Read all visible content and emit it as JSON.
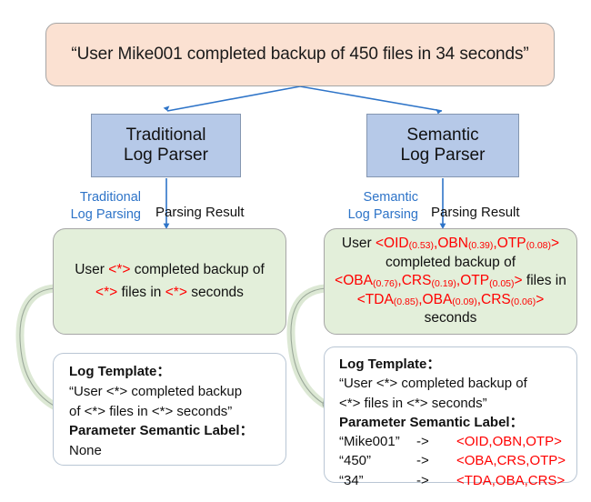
{
  "raw_log": {
    "text": "“User Mike001 completed backup of 450 files in 34 seconds”"
  },
  "parsers": {
    "traditional": {
      "line1": "Traditional",
      "line2": "Log Parser"
    },
    "semantic": {
      "line1": "Semantic",
      "line2": "Log Parser"
    }
  },
  "edge_labels": {
    "traditional_parsing_line1": "Traditional",
    "traditional_parsing_line2": "Log Parsing",
    "traditional_result": "Parsing Result",
    "semantic_parsing_line1": "Semantic",
    "semantic_parsing_line2": "Log Parsing",
    "semantic_result": "Parsing Result"
  },
  "traditional_result_box": {
    "line1_a": "User ",
    "line1_wild": "<*>",
    "line1_b": " completed backup of",
    "line2_wild1": "<*>",
    "line2_a": " files in ",
    "line2_wild2": "<*>",
    "line2_b": " seconds"
  },
  "semantic_result_box": {
    "line1_prefix": "User ",
    "line1_open": "<",
    "line1_t1": "OID",
    "line1_p1": "(0.53)",
    "line1_c1": ",",
    "line1_t2": "OBN",
    "line1_p2": "(0.39)",
    "line1_c2": ",",
    "line1_t3": "OTP",
    "line1_p3": "(0.08)",
    "line1_close": ">",
    "line2": "completed backup of",
    "line3_open": "<",
    "line3_t1": "OBA",
    "line3_p1": "(0.76)",
    "line3_c1": ",",
    "line3_t2": "CRS",
    "line3_p2": "(0.19)",
    "line3_c2": ",",
    "line3_t3": "OTP",
    "line3_p3": "(0.05)",
    "line3_close": ">",
    "line3_suffix": " files in",
    "line4_open": "<",
    "line4_t1": "TDA",
    "line4_p1": "(0.85)",
    "line4_c1": ",",
    "line4_t2": "OBA",
    "line4_p2": "(0.09)",
    "line4_c2": ",",
    "line4_t3": "CRS",
    "line4_p3": "(0.06)",
    "line4_close": ">",
    "line5": "seconds"
  },
  "traditional_template_box": {
    "heading_template": "Log Template：",
    "template_l1": "“User <*> completed backup",
    "template_l2": "of <*> files in <*> seconds”",
    "heading_label": "Parameter Semantic Label：",
    "label_value": "None"
  },
  "semantic_template_box": {
    "heading_template": "Log Template：",
    "template_l1": "“User <*> completed backup of",
    "template_l2": "<*> files in <*> seconds”",
    "heading_label": "Parameter Semantic Label：",
    "mappings": [
      {
        "key": "“Mike001”",
        "arrow": "->",
        "value": "<OID,OBN,OTP>"
      },
      {
        "key": "“450”",
        "arrow": "->",
        "value": "<OBA,CRS,OTP>"
      },
      {
        "key": "“34”",
        "arrow": "->",
        "value": "<TDA,OBA,CRS>"
      }
    ]
  },
  "colors": {
    "raw_log_fill": "#FBE1D2",
    "parser_fill": "#B6C9E8",
    "result_fill": "#E3EFDA",
    "connector_blue": "#2E74C8",
    "semantic_red": "#FF0000",
    "arrow_green": "#DCE8D4",
    "arrow_green_stroke": "#9BA89A",
    "box_border": "#A6A6A6"
  }
}
